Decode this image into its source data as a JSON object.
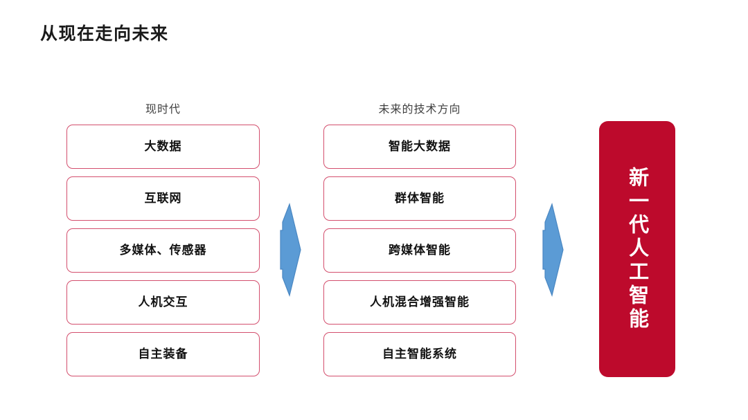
{
  "slide": {
    "title": "从现在走向未来",
    "background_color": "#ffffff"
  },
  "colors": {
    "card_border": "#d34e6d",
    "card_text": "#111111",
    "header_text": "#3f3f3f",
    "arrow_fill": "#5b9bd5",
    "arrow_stroke": "#4a87c2",
    "banner_background": "#bd0a2c",
    "banner_text": "#ffffff",
    "title_text": "#1a1a1a"
  },
  "columns": [
    {
      "id": "present",
      "header": "现时代",
      "cards": [
        {
          "label": "大数据"
        },
        {
          "label": "互联网"
        },
        {
          "label": "多媒体、传感器"
        },
        {
          "label": "人机交互"
        },
        {
          "label": "自主装备"
        }
      ]
    },
    {
      "id": "future",
      "header": "未来的技术方向",
      "cards": [
        {
          "label": "智能大数据"
        },
        {
          "label": "群体智能"
        },
        {
          "label": "跨媒体智能"
        },
        {
          "label": "人机混合增强智能"
        },
        {
          "label": "自主智能系统"
        }
      ]
    }
  ],
  "arrows": [
    {
      "id": "arrow-one",
      "direction": "right"
    },
    {
      "id": "arrow-two",
      "direction": "right"
    }
  ],
  "banner": {
    "label": "新一代人工智能",
    "orientation": "vertical"
  }
}
